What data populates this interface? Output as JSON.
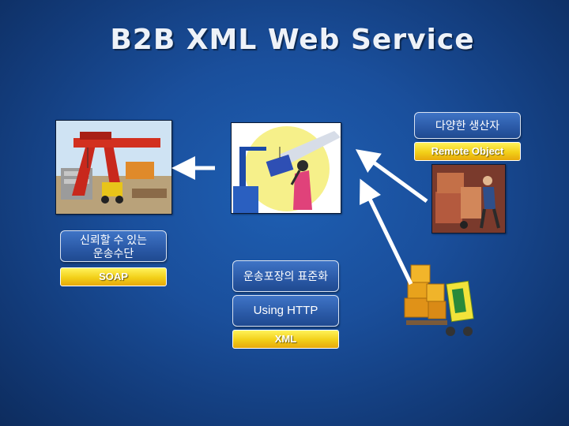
{
  "slide": {
    "title": "B2B XML Web Service"
  },
  "producer": {
    "title": "다양한 생산자",
    "subtitle": "Remote Object"
  },
  "transport": {
    "title": "신뢰할 수 있는\n운송수단",
    "subtitle": "SOAP"
  },
  "packaging": {
    "title": "운송포장의 표준화",
    "middle": "Using HTTP",
    "subtitle": "XML"
  },
  "colors": {
    "background": "#1a4f9c",
    "label": "#2a59a6",
    "yellow_label": "#f2cf18"
  },
  "icons": [
    "crane-port-clipart",
    "ship-loading-clipart",
    "worker-hand-truck-clipart",
    "forklift-boxes-clipart",
    "arrow-icon"
  ]
}
